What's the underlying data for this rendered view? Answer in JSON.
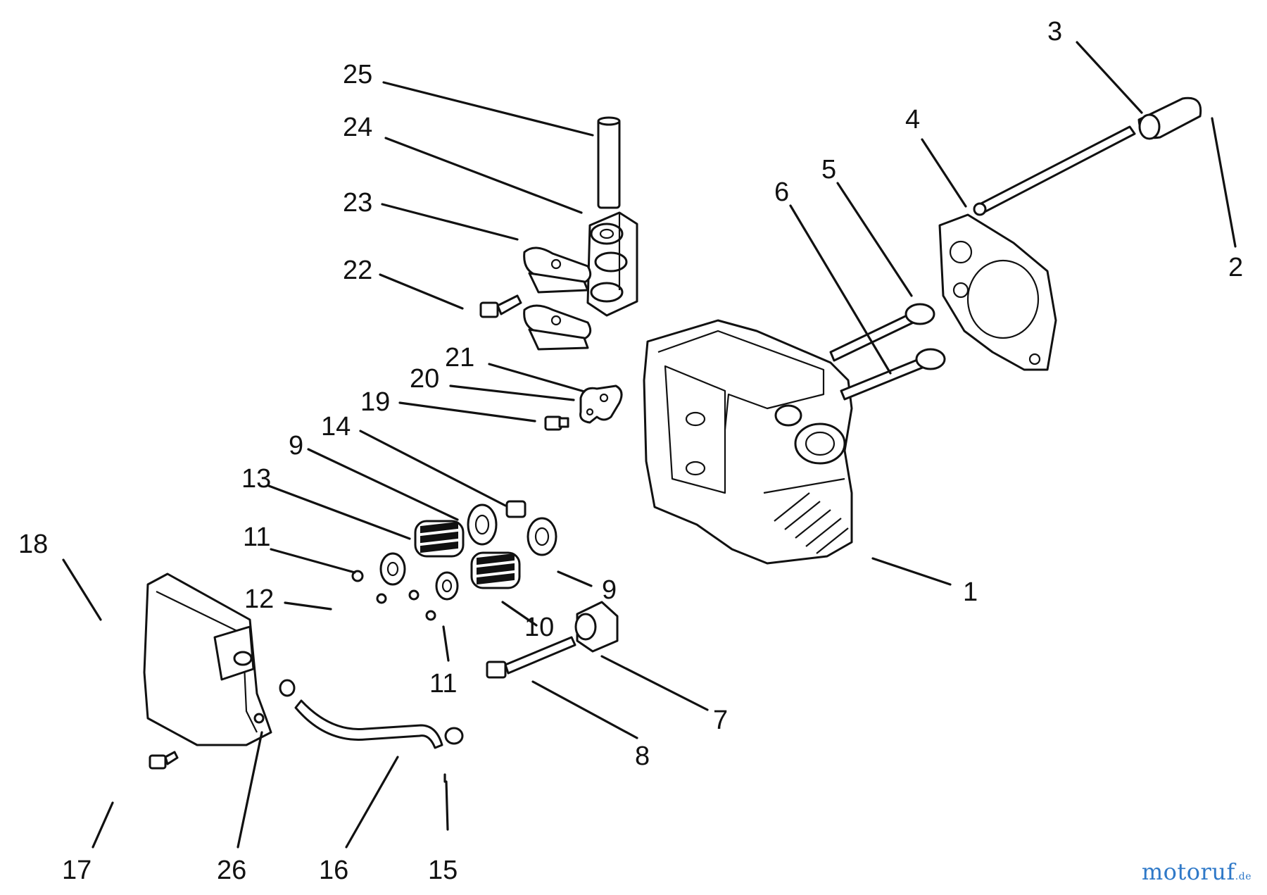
{
  "callouts": [
    {
      "id": "c1",
      "label": "1"
    },
    {
      "id": "c2",
      "label": "2"
    },
    {
      "id": "c3",
      "label": "3"
    },
    {
      "id": "c4",
      "label": "4"
    },
    {
      "id": "c5",
      "label": "5"
    },
    {
      "id": "c6",
      "label": "6"
    },
    {
      "id": "c7",
      "label": "7"
    },
    {
      "id": "c8",
      "label": "8"
    },
    {
      "id": "c9a",
      "label": "9"
    },
    {
      "id": "c9b",
      "label": "9"
    },
    {
      "id": "c10",
      "label": "10"
    },
    {
      "id": "c11a",
      "label": "11"
    },
    {
      "id": "c11b",
      "label": "11"
    },
    {
      "id": "c12",
      "label": "12"
    },
    {
      "id": "c13",
      "label": "13"
    },
    {
      "id": "c14",
      "label": "14"
    },
    {
      "id": "c15",
      "label": "15"
    },
    {
      "id": "c16",
      "label": "16"
    },
    {
      "id": "c17",
      "label": "17"
    },
    {
      "id": "c18",
      "label": "18"
    },
    {
      "id": "c19",
      "label": "19"
    },
    {
      "id": "c20",
      "label": "20"
    },
    {
      "id": "c21",
      "label": "21"
    },
    {
      "id": "c22",
      "label": "22"
    },
    {
      "id": "c23",
      "label": "23"
    },
    {
      "id": "c24",
      "label": "24"
    },
    {
      "id": "c25",
      "label": "25"
    },
    {
      "id": "c26",
      "label": "26"
    }
  ],
  "watermark": {
    "part1": "motoruf",
    "part2": ".de"
  }
}
